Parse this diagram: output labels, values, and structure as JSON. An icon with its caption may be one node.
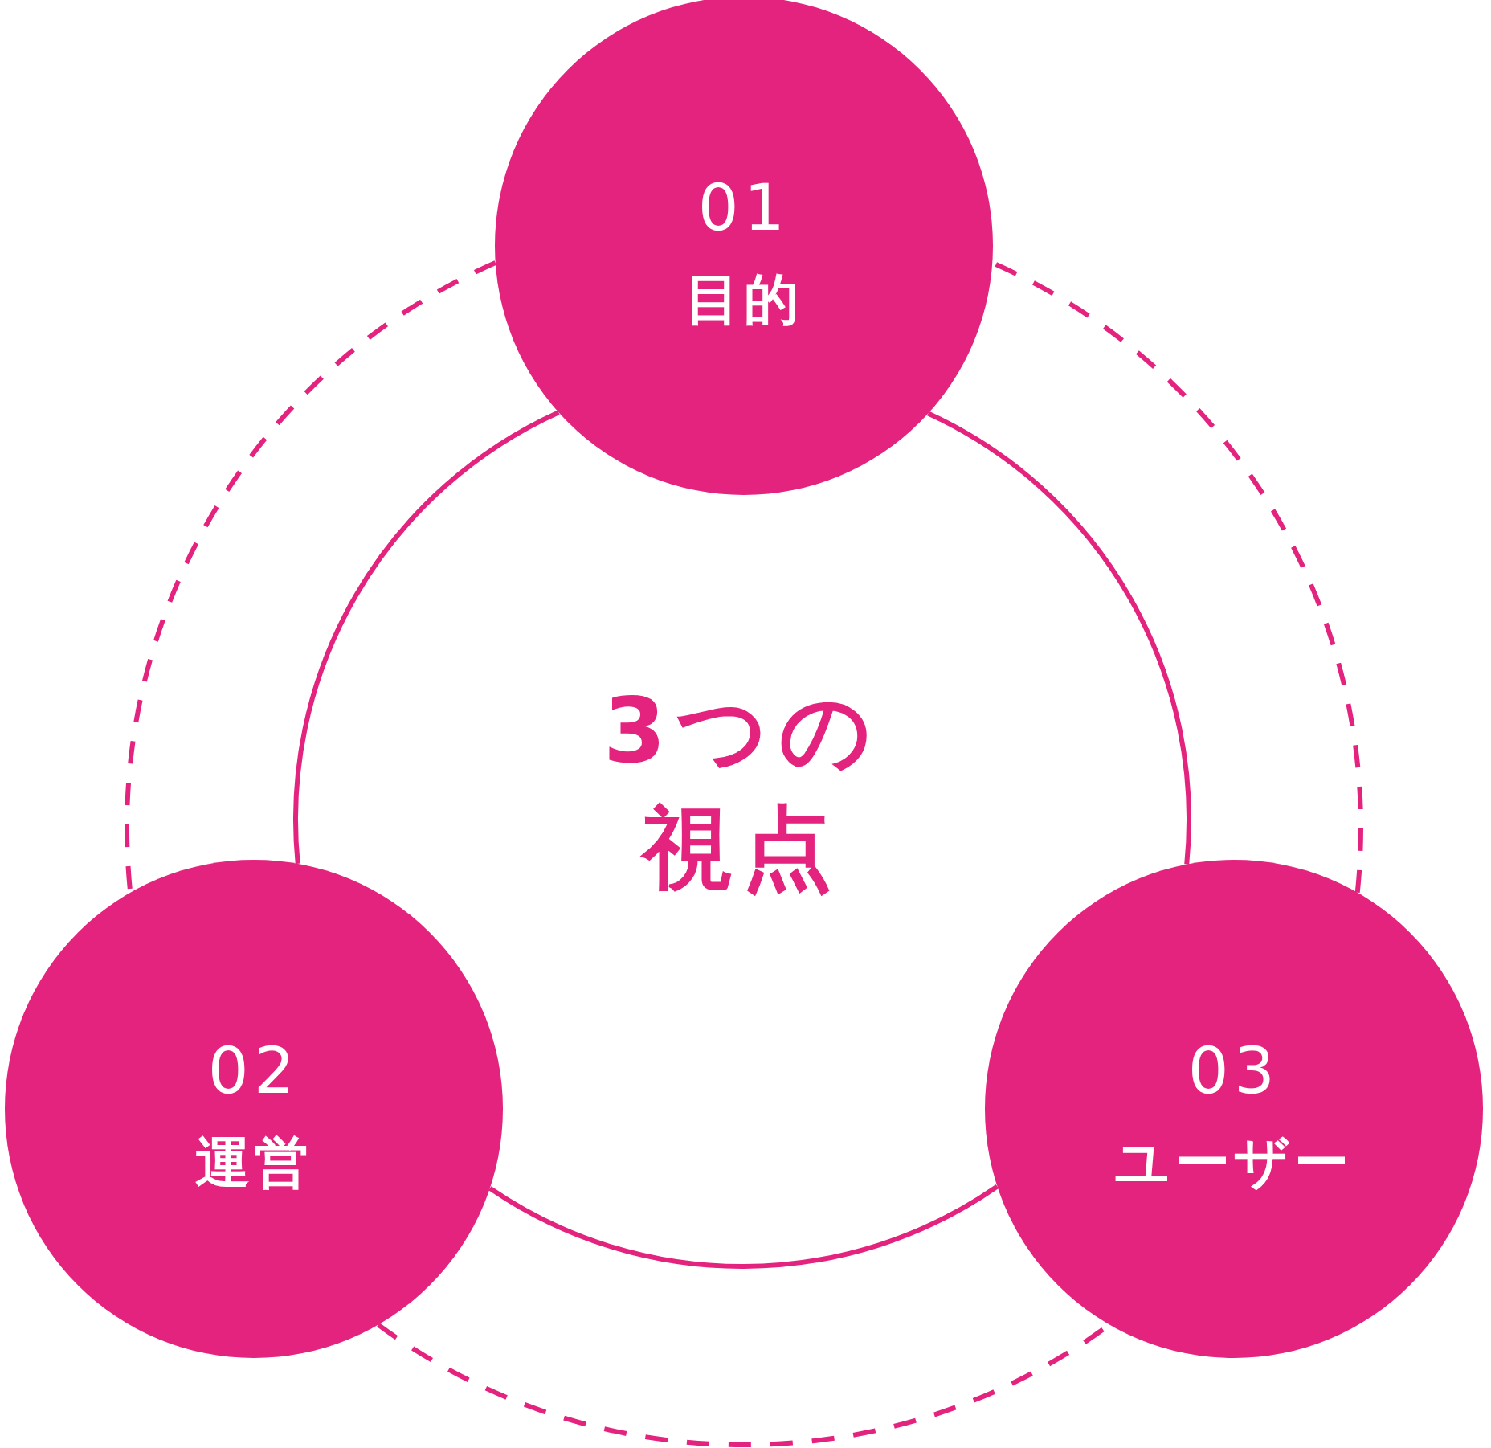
{
  "diagram": {
    "nodes": [
      {
        "text": [
          "01",
          "目的"
        ]
      },
      {
        "text": [
          "02",
          "運営"
        ]
      },
      {
        "text": [
          "03",
          "ユーザー"
        ]
      }
    ],
    "edges": [
      {
        "from": 0,
        "to": 1,
        "arrow": "none"
      },
      {
        "from": 1,
        "to": 2,
        "arrow": "none"
      },
      {
        "from": 2,
        "to": 0,
        "arrow": "none"
      },
      {
        "from": 0,
        "to": 1,
        "arrow": "none",
        "style": "dashed"
      },
      {
        "from": 1,
        "to": 2,
        "arrow": "none",
        "style": "dashed"
      },
      {
        "from": 2,
        "to": 0,
        "arrow": "none",
        "style": "dashed"
      }
    ],
    "labels": [
      "3つの視点"
    ]
  }
}
